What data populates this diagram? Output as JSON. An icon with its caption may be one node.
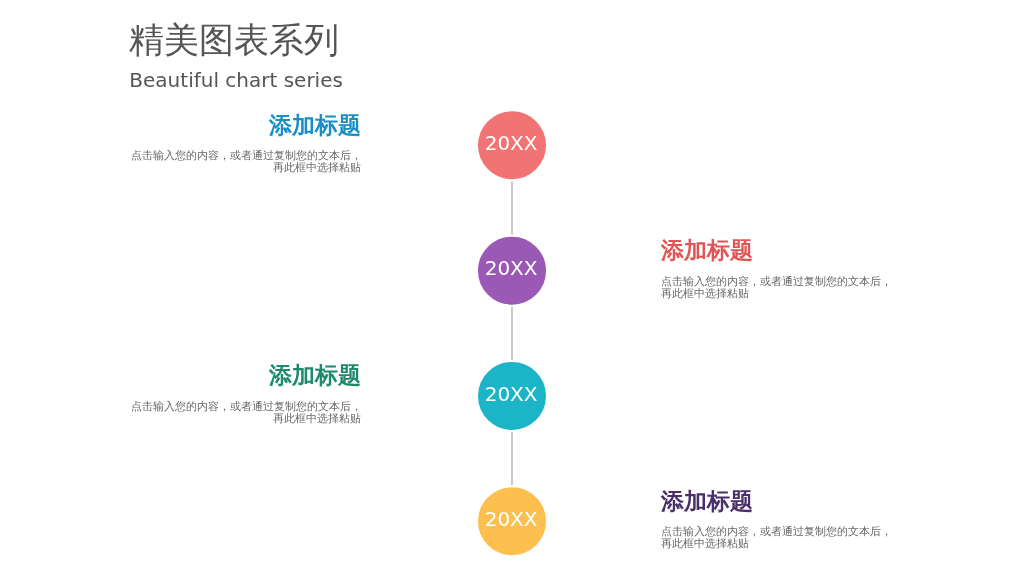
{
  "diagram": {
    "title": "精美图表系列",
    "caption": "Beautiful chart series",
    "nodes": [
      {
        "text": [
          "20XX"
        ],
        "beside": [
          "添加标题",
          "点击输入您的内容，或者通过复制您的文本后，再此框中选择粘贴"
        ]
      },
      {
        "text": [
          "20XX"
        ],
        "beside": [
          "添加标题",
          "点击输入您的内容，或者通过复制您的文本后，再此框中选择粘贴"
        ]
      },
      {
        "text": [
          "20XX"
        ],
        "beside": [
          "添加标题",
          "点击输入您的内容，或者通过复制您的文本后，再此框中选择粘贴"
        ]
      },
      {
        "text": [
          "20XX"
        ],
        "beside": [
          "添加标题",
          "点击输入您的内容，或者通过复制您的文本后，再此框中选择粘贴"
        ]
      }
    ],
    "edges": [
      {
        "from": 0,
        "to": 1,
        "arrow": "none"
      },
      {
        "from": 1,
        "to": 2,
        "arrow": "none"
      },
      {
        "from": 2,
        "to": 3,
        "arrow": "none"
      }
    ]
  }
}
